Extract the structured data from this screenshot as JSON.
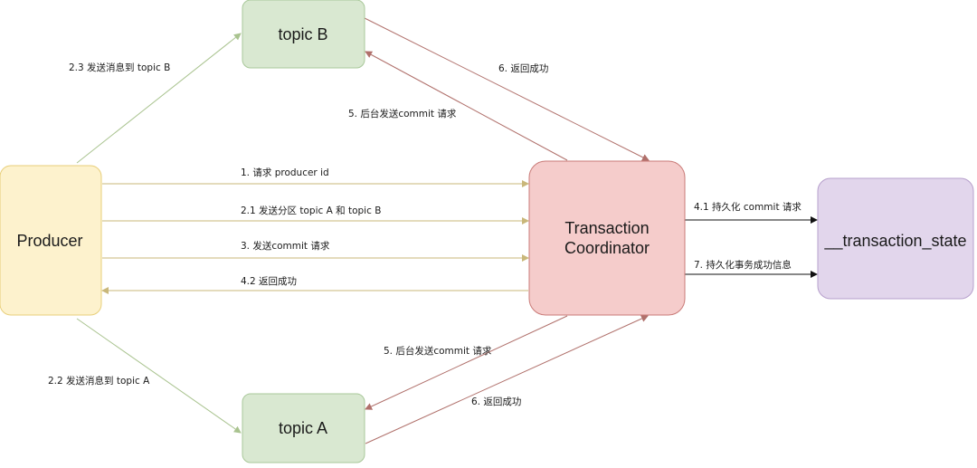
{
  "nodes": {
    "producer": {
      "label": "Producer",
      "fill": "#fdf2cd",
      "stroke": "#e8cf7a"
    },
    "topic_b": {
      "label": "topic B",
      "fill": "#d9e8d1",
      "stroke": "#a9c89a"
    },
    "topic_a": {
      "label": "topic A",
      "fill": "#d9e8d1",
      "stroke": "#a9c89a"
    },
    "coordinator": {
      "label_line1": "Transaction",
      "label_line2": "Coordinator",
      "fill": "#f5cccb",
      "stroke": "#c97a77"
    },
    "state": {
      "label": "__transaction_state",
      "fill": "#e2d6ec",
      "stroke": "#b7a0cc"
    }
  },
  "edges": {
    "e1": "1. 请求 producer id",
    "e21": "2.1 发送分区 topic A 和 topic B",
    "e22": "2.2  发送消息到 topic A",
    "e23": "2.3  发送消息到 topic B",
    "e3": "3. 发送commit 请求",
    "e41": "4.1  持久化 commit 请求",
    "e42": "4.2 返回成功",
    "e5_top": "5. 后台发送commit 请求",
    "e5_bottom": "5. 后台发送commit 请求",
    "e6_top": "6. 返回成功",
    "e6_bottom": "6. 返回成功",
    "e7": "7.  持久化事务成功信息"
  },
  "colors": {
    "producer_edge": "#c9b77a",
    "topic_edge": "#a9c38f",
    "coordinator_edge": "#b0706b",
    "state_edge": "#111111"
  }
}
